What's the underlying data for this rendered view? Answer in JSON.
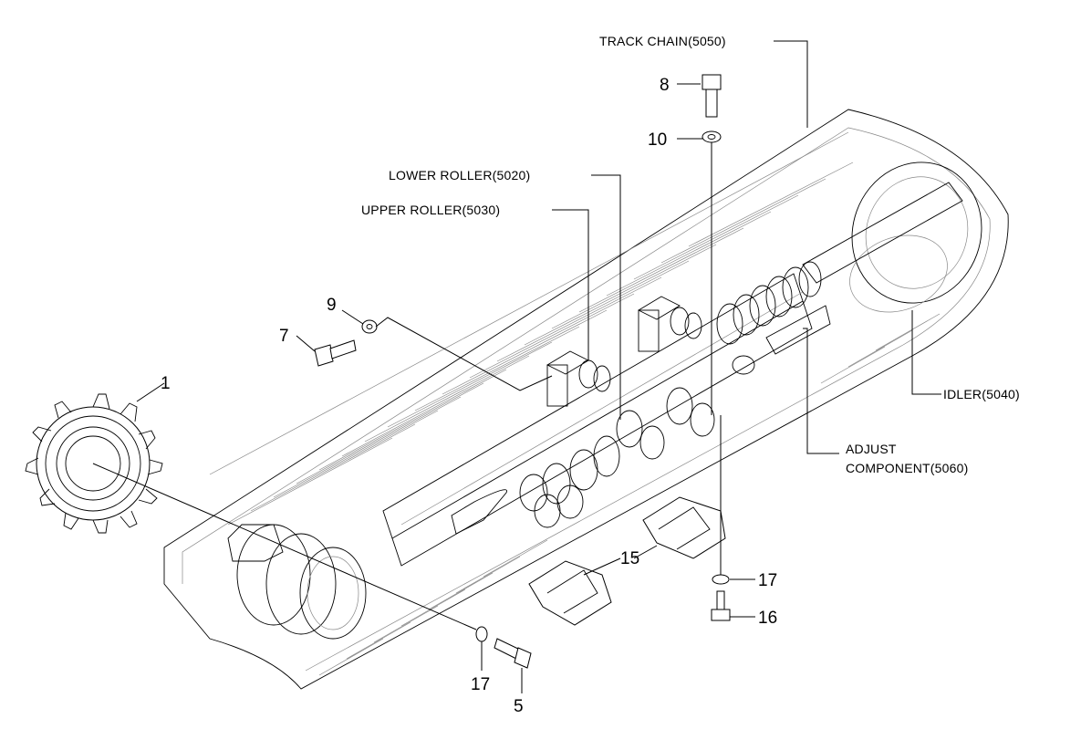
{
  "assemblies": {
    "track_chain": "TRACK CHAIN(5050)",
    "lower_roller": "LOWER ROLLER(5020)",
    "upper_roller": "UPPER ROLLER(5030)",
    "idler": "IDLER(5040)",
    "adjust_line1": "ADJUST",
    "adjust_line2": "COMPONENT(5060)"
  },
  "parts": {
    "p1": "1",
    "p5": "5",
    "p7": "7",
    "p8": "8",
    "p9": "9",
    "p10": "10",
    "p15": "15",
    "p16": "16",
    "p17a": "17",
    "p17b": "17"
  }
}
